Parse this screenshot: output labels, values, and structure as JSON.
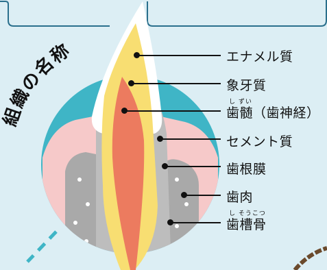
{
  "title": "組織の名称",
  "labels": [
    {
      "key": "enamel",
      "text": "エナメル質",
      "ruby": ""
    },
    {
      "key": "dentin",
      "text": "象牙質",
      "ruby": ""
    },
    {
      "key": "pulp",
      "text": "歯髄（歯神経）",
      "ruby": "し ずい"
    },
    {
      "key": "cementum",
      "text": "セメント質",
      "ruby": ""
    },
    {
      "key": "pdl",
      "text": "歯根膜",
      "ruby": ""
    },
    {
      "key": "gum",
      "text": "歯肉",
      "ruby": ""
    },
    {
      "key": "bone",
      "text": "歯槽骨",
      "ruby": "し そうこつ"
    }
  ],
  "colors": {
    "background": "#dceef4",
    "circle": "#3fb5c6",
    "enamel": "#ffffff",
    "dentin": "#f8de72",
    "pulp": "#ec7b5f",
    "gum": "#f6c9c9",
    "bone": "#a9a9a9",
    "cementum": "#bdbdbd"
  }
}
